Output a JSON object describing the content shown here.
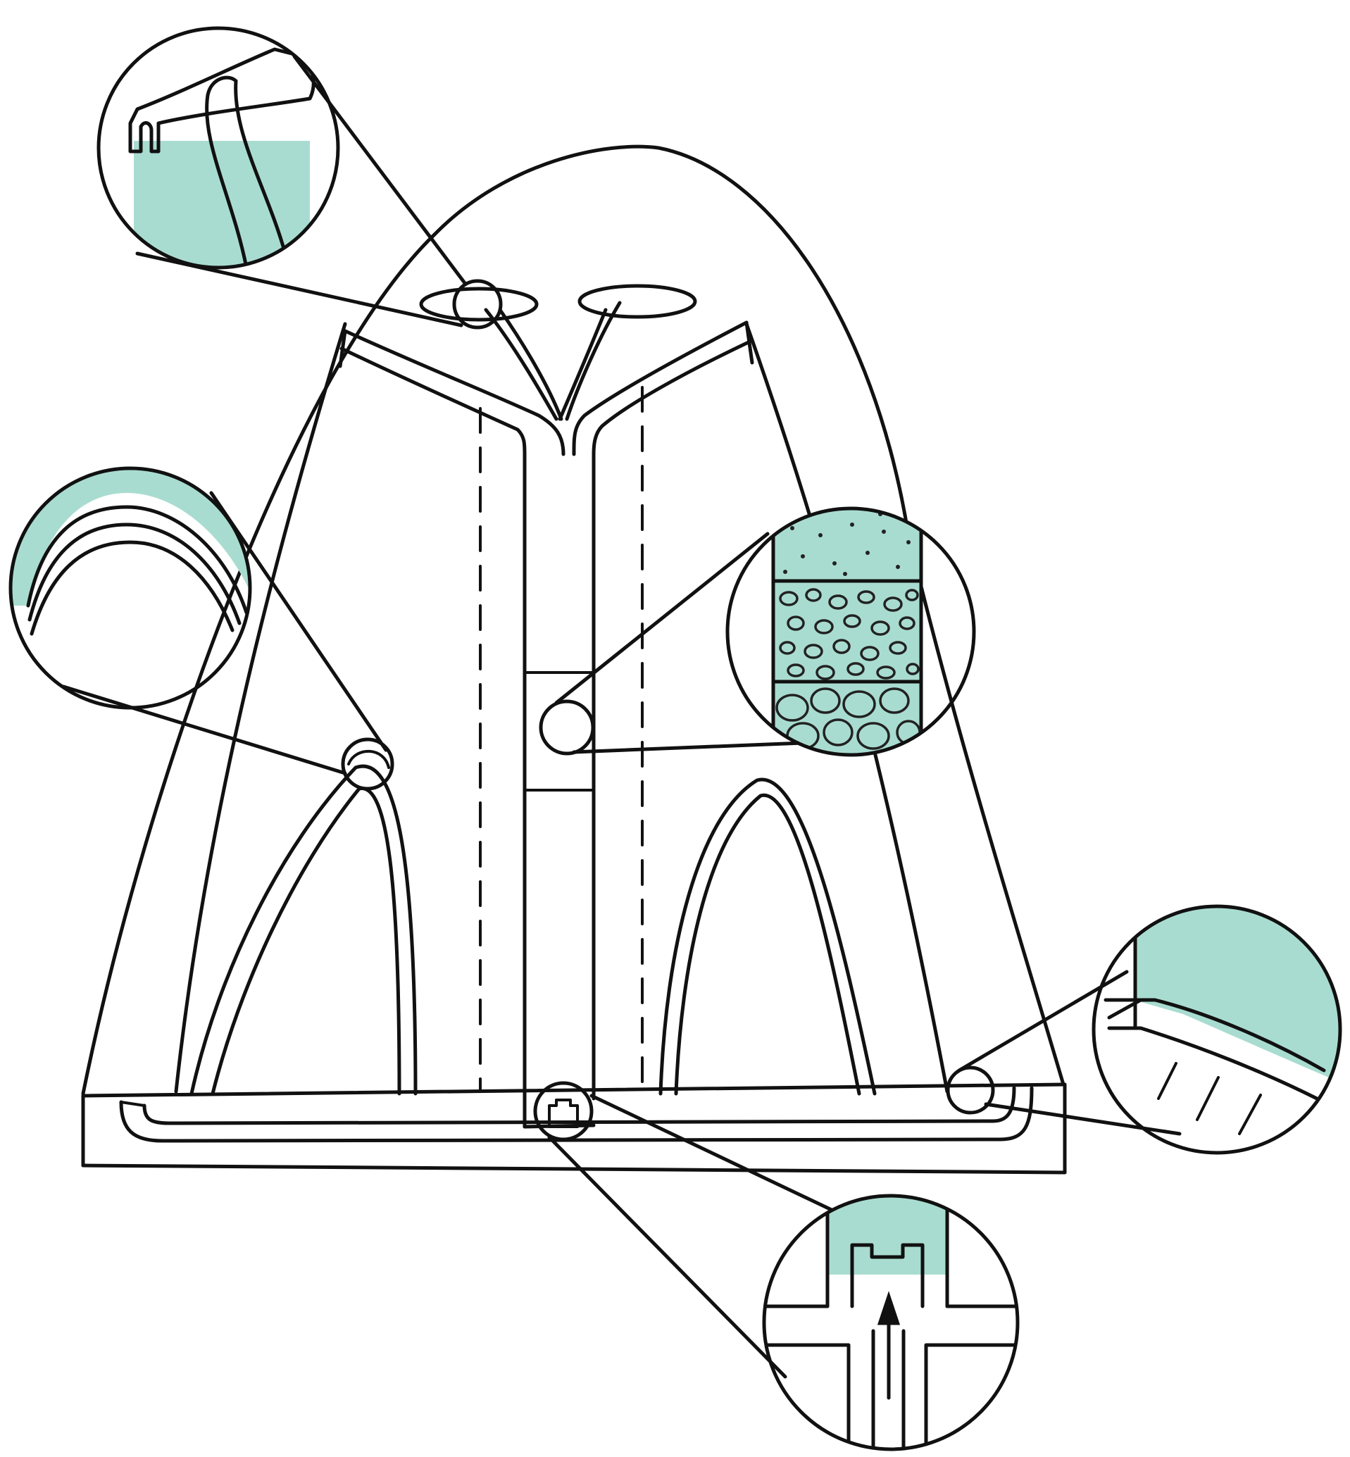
{
  "colors": {
    "ink": "#111111",
    "water": "#a9dcd0",
    "background": "#ffffff"
  },
  "callouts": [
    {
      "id": "ridge-cap",
      "icon": "ridge-cap-detail-icon"
    },
    {
      "id": "arch-layers",
      "icon": "arch-layers-detail-icon"
    },
    {
      "id": "soil-layers",
      "icon": "soil-gravel-layers-detail-icon"
    },
    {
      "id": "base-slope",
      "icon": "base-slope-detail-icon"
    },
    {
      "id": "slot-arrow",
      "icon": "upward-arrow-slot-detail-icon"
    }
  ]
}
